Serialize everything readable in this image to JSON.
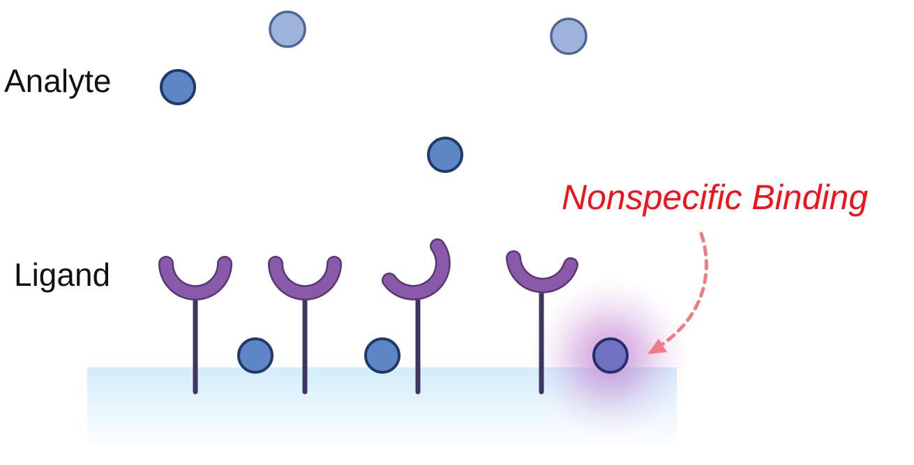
{
  "labels": {
    "analyte": "Analyte",
    "ligand": "Ligand",
    "nonspecific_binding": "Nonspecific Binding"
  },
  "colors": {
    "analyte_fill": "#5f86c4",
    "analyte_fill_light": "#9db3dc",
    "analyte_stroke": "#1f3a6b",
    "nonspecific_analyte_fill": "#6f72c0",
    "ligand_cup": "#8a5aaa",
    "ligand_cup_stroke": "#5a3576",
    "ligand_stem": "#3e3562",
    "surface": "#d6effa",
    "glow": "#b06ac8",
    "arrow": "#f07b84",
    "label_text": "#111111",
    "highlight_text": "#f2121b"
  },
  "icons": {
    "analyte": "analyte-molecule-icon",
    "ligand": "y-shaped-ligand-receptor-icon",
    "arrow": "dashed-curved-arrow-icon"
  }
}
